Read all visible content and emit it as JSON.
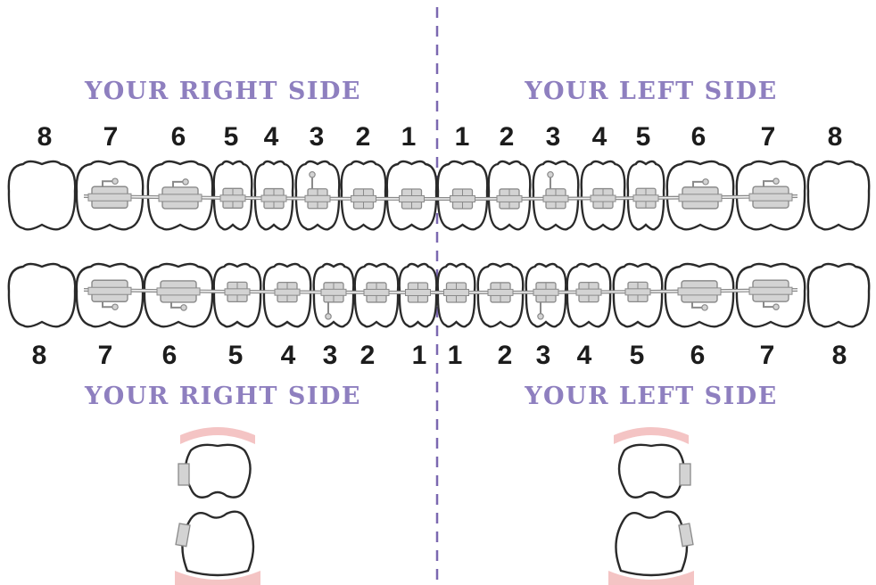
{
  "colors": {
    "divider": "#7b68b0",
    "heading": "#8e7fbf",
    "tooth_stroke": "#2a2a2a",
    "bracket_fill": "#d3d3d3",
    "bracket_stroke": "#8a8a8a",
    "gum": "#f4c4c4"
  },
  "headings": {
    "upper_right": "YOUR RIGHT SIDE",
    "upper_left": "YOUR LEFT SIDE",
    "lower_right": "YOUR RIGHT SIDE",
    "lower_left": "YOUR LEFT SIDE"
  },
  "upper_numbers": [
    "8",
    "7",
    "6",
    "5",
    "4",
    "3",
    "2",
    "1",
    "1",
    "2",
    "3",
    "4",
    "5",
    "6",
    "7",
    "8"
  ],
  "lower_numbers": [
    "8",
    "7",
    "6",
    "5",
    "4",
    "3",
    "2",
    "1",
    "1",
    "2",
    "3",
    "4",
    "5",
    "6",
    "7",
    "8"
  ],
  "upper_teeth": [
    {
      "number": "8",
      "bracket": "none"
    },
    {
      "number": "7",
      "bracket": "molar-tube"
    },
    {
      "number": "6",
      "bracket": "molar-tube"
    },
    {
      "number": "5",
      "bracket": "bracket"
    },
    {
      "number": "4",
      "bracket": "bracket"
    },
    {
      "number": "3",
      "bracket": "bracket-hook"
    },
    {
      "number": "2",
      "bracket": "bracket"
    },
    {
      "number": "1",
      "bracket": "bracket"
    },
    {
      "number": "1",
      "bracket": "bracket"
    },
    {
      "number": "2",
      "bracket": "bracket"
    },
    {
      "number": "3",
      "bracket": "bracket-hook"
    },
    {
      "number": "4",
      "bracket": "bracket"
    },
    {
      "number": "5",
      "bracket": "bracket"
    },
    {
      "number": "6",
      "bracket": "molar-tube"
    },
    {
      "number": "7",
      "bracket": "molar-tube"
    },
    {
      "number": "8",
      "bracket": "none"
    }
  ],
  "lower_teeth": [
    {
      "number": "8",
      "bracket": "none"
    },
    {
      "number": "7",
      "bracket": "molar-tube"
    },
    {
      "number": "6",
      "bracket": "molar-tube"
    },
    {
      "number": "5",
      "bracket": "bracket"
    },
    {
      "number": "4",
      "bracket": "bracket"
    },
    {
      "number": "3",
      "bracket": "bracket-hook"
    },
    {
      "number": "2",
      "bracket": "bracket"
    },
    {
      "number": "1",
      "bracket": "bracket"
    },
    {
      "number": "1",
      "bracket": "bracket"
    },
    {
      "number": "2",
      "bracket": "bracket"
    },
    {
      "number": "3",
      "bracket": "bracket-hook"
    },
    {
      "number": "4",
      "bracket": "bracket"
    },
    {
      "number": "5",
      "bracket": "bracket"
    },
    {
      "number": "6",
      "bracket": "molar-tube"
    },
    {
      "number": "7",
      "bracket": "molar-tube"
    },
    {
      "number": "8",
      "bracket": "none"
    }
  ],
  "side_views": [
    {
      "side": "right",
      "icon": "molar-side-view-icon"
    },
    {
      "side": "left",
      "icon": "molar-side-view-icon"
    }
  ]
}
